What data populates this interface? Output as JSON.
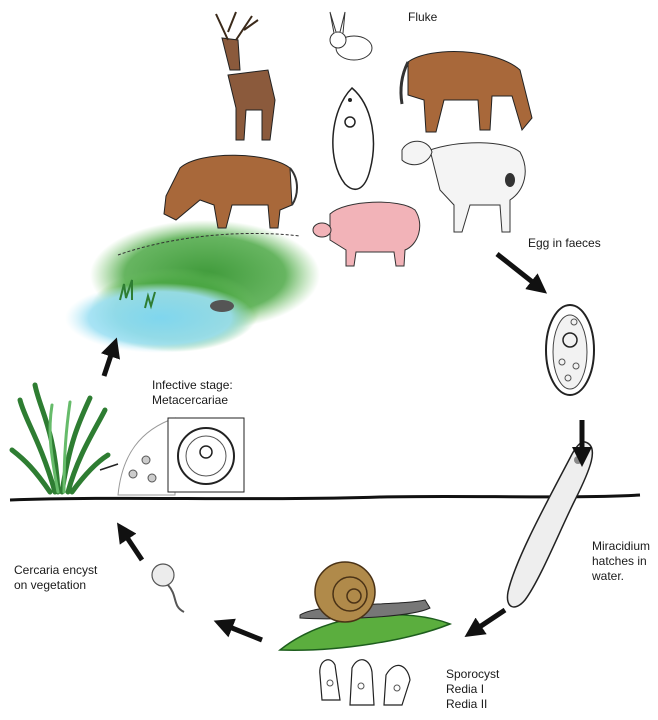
{
  "labels": {
    "fluke": "Fluke",
    "egg": "Egg in faeces",
    "miracidium": [
      "Miracidium",
      "hatches in",
      "water."
    ],
    "snail_stages": [
      "Sporocyst",
      "Redia I",
      "Redia II"
    ],
    "cercaria": [
      "Cercaria encyst",
      "on vegetation"
    ],
    "infective": [
      "Infective stage:",
      "Metacercariae"
    ]
  },
  "colors": {
    "grass": "#3f9a3a",
    "water": "#7fd6ee",
    "animal_brown": "#a8683a",
    "deer_brown": "#8b5a3c",
    "pig_pink": "#f2b3b8",
    "snail_shell": "#b08a4a",
    "leaf": "#5bae3e",
    "arrow": "#111111"
  }
}
